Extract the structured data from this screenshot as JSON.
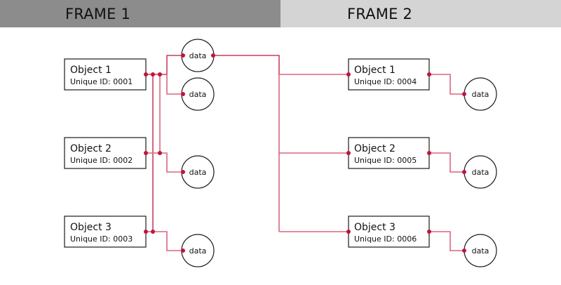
{
  "frames": [
    {
      "title": "FRAME 1"
    },
    {
      "title": "FRAME 2"
    }
  ],
  "colors": {
    "frame1_header": "#8c8c8c",
    "frame2_header": "#d4d4d4",
    "connector": "#c0143c"
  },
  "frame1": {
    "objects": [
      {
        "title": "Object 1",
        "id_label": "Unique ID: 0001"
      },
      {
        "title": "Object 2",
        "id_label": "Unique ID: 0002"
      },
      {
        "title": "Object 3",
        "id_label": "Unique ID: 0003"
      }
    ],
    "data_nodes": [
      {
        "label": "data"
      },
      {
        "label": "data"
      },
      {
        "label": "data"
      },
      {
        "label": "data"
      }
    ]
  },
  "frame2": {
    "objects": [
      {
        "title": "Object 1",
        "id_label": "Unique ID: 0004"
      },
      {
        "title": "Object 2",
        "id_label": "Unique ID: 0005"
      },
      {
        "title": "Object 3",
        "id_label": "Unique ID: 0006"
      }
    ],
    "data_nodes": [
      {
        "label": "data"
      },
      {
        "label": "data"
      },
      {
        "label": "data"
      }
    ]
  }
}
